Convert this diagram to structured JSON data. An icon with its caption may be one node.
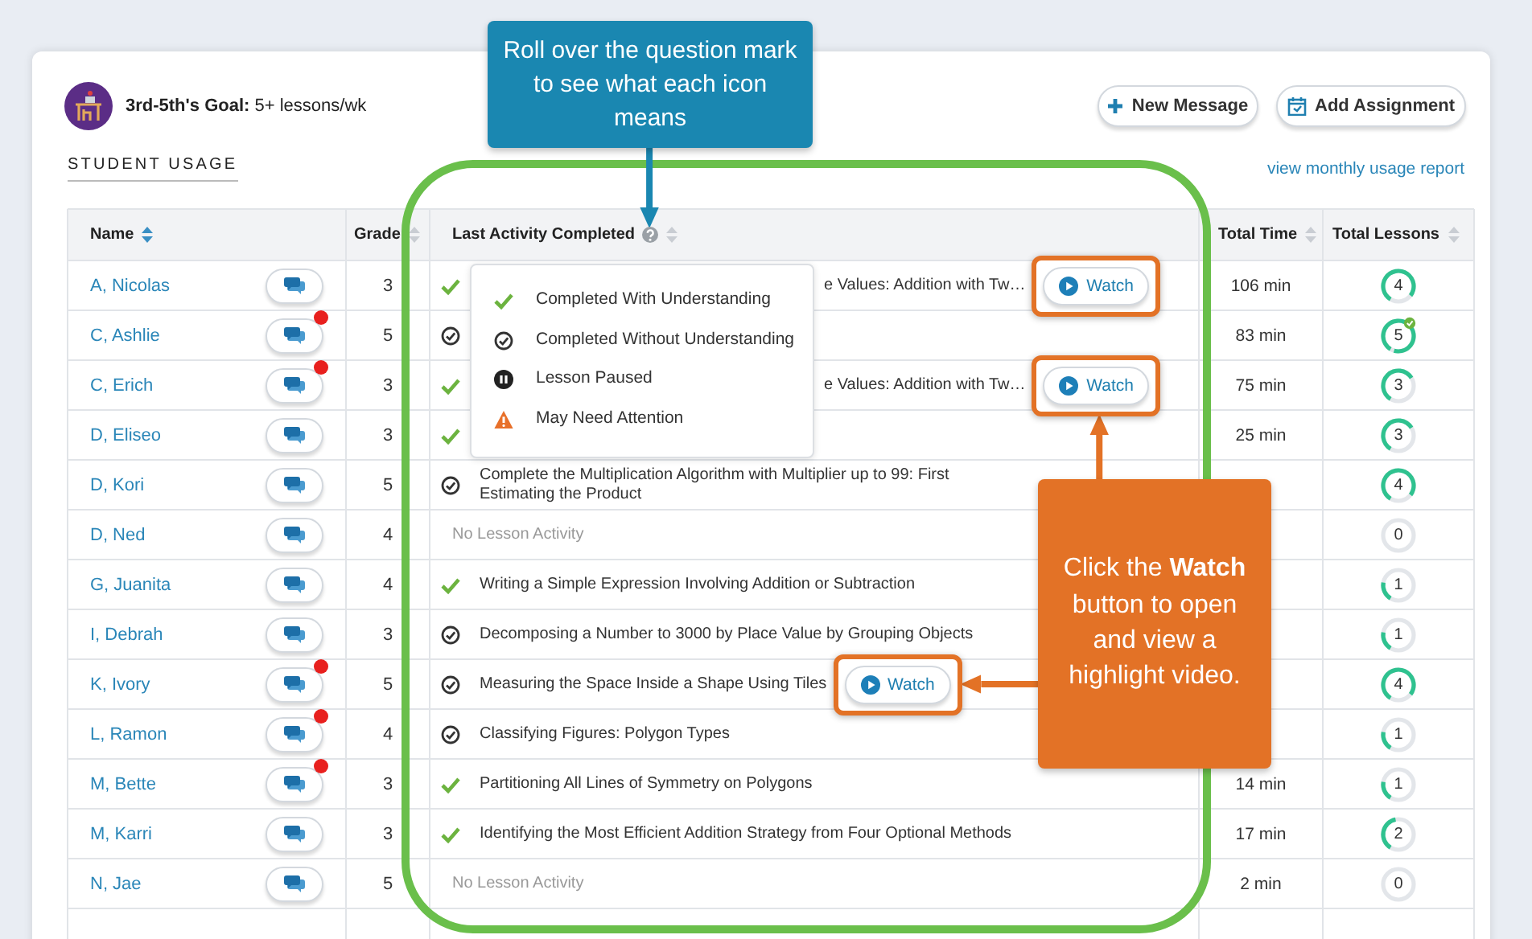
{
  "diagram": {
    "nodes": [
      {
        "text": [
          "Roll over the question mark to see what each icon means"
        ]
      },
      {
        "text": [],
        "shape": "circle"
      },
      {
        "text": [
          "Watch"
        ]
      },
      {
        "text": [
          "Watch"
        ]
      },
      {
        "text": [
          "Click the **Watch** button to open and view a highlight video."
        ]
      },
      {
        "text": [
          "Watch"
        ]
      }
    ],
    "edges": [
      {
        "from": 0,
        "to": 1,
        "arrow": "to",
        "color": "#1a87b1"
      },
      {
        "from": 4,
        "to": 3,
        "arrow": "to"
      },
      {
        "from": 4,
        "to": 5,
        "arrow": "to"
      }
    ],
    "labels": [
      "**3rd-5th's Goal:** 5+ lessons/wk",
      "New Message",
      "Add Assignment",
      "STUDENT USAGE",
      "view monthly usage report",
      "Name",
      "Grade",
      "Last Activity Completed",
      "Total Time",
      "Total Lessons",
      "A, Nicolas",
      "3",
      "e Values: Addition with Tw…",
      "106 min",
      "4",
      "C, Ashlie",
      "5",
      "83 min",
      "5",
      "C, Erich",
      "3",
      "e Values: Addition with Tw…",
      "75 min",
      "3",
      "D, Eliseo",
      "3",
      "25 min",
      "3",
      "D, Kori",
      "5",
      "Complete the Multiplication Algorithm with Multiplier up to 99: First Estimating the Product",
      "4",
      "D, Ned",
      "4",
      "No Lesson Activity",
      "0",
      "G, Juanita",
      "4",
      "Writing a Simple Expression Involving Addition or Subtraction",
      "1",
      "I, Debrah",
      "3",
      "Decomposing a Number to 3000 by Place Value by Grouping Objects",
      "1",
      "K, Ivory",
      "5",
      "Measuring the Space Inside a Shape Using Tiles",
      "4",
      "L, Ramon",
      "4",
      "Classifying Figures: Polygon Types",
      "1",
      "M, Bette",
      "3",
      "Partitioning All Lines of Symmetry on Polygons",
      "14 min",
      "1",
      "M, Karri",
      "3",
      "Identifying the Most Efficient Addition Strategy from Four Optional Methods",
      "17 min",
      "2",
      "N, Jae",
      "5",
      "No Lesson Activity",
      "2 min",
      "0"
    ],
    "legend": [
      {
        "text": "Completed With Understanding"
      },
      {
        "text": "Completed Without Understanding"
      },
      {
        "text": "Lesson Paused"
      },
      {
        "text": "May Need Attention"
      }
    ]
  }
}
